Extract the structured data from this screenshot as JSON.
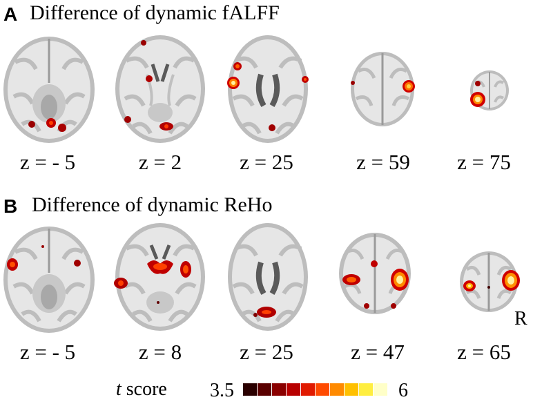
{
  "panels": [
    {
      "letter": "A",
      "title": "Difference of dynamic fALFF",
      "slices": [
        {
          "z_label": "z = - 5",
          "z": -5
        },
        {
          "z_label": "z = 2",
          "z": 2
        },
        {
          "z_label": "z = 25",
          "z": 25
        },
        {
          "z_label": "z = 59",
          "z": 59
        },
        {
          "z_label": "z = 75",
          "z": 75
        }
      ]
    },
    {
      "letter": "B",
      "title": "Difference of dynamic ReHo",
      "slices": [
        {
          "z_label": "z = - 5",
          "z": -5
        },
        {
          "z_label": "z = 8",
          "z": 8
        },
        {
          "z_label": "z = 25",
          "z": 25
        },
        {
          "z_label": "z = 47",
          "z": 47
        },
        {
          "z_label": "z = 65",
          "z": 65
        }
      ]
    }
  ],
  "orientation_label": "R",
  "colorbar": {
    "label_italic": "t",
    "label": "score",
    "min_label": "3.5",
    "max_label": "6",
    "min": 3.5,
    "max": 6,
    "colors": [
      "#2a0000",
      "#5a0000",
      "#8a0000",
      "#b80000",
      "#e01a00",
      "#ff4a00",
      "#ff8a00",
      "#ffc000",
      "#ffee40",
      "#ffffc8"
    ]
  },
  "colors": {
    "brain_outer": "#e6e6e6",
    "brain_cortex": "#bdbdbd",
    "ventricle": "#5a5a5a",
    "blob_core": "#fff2a0",
    "blob_mid": "#ff8000",
    "blob_edge": "#9a0000"
  }
}
